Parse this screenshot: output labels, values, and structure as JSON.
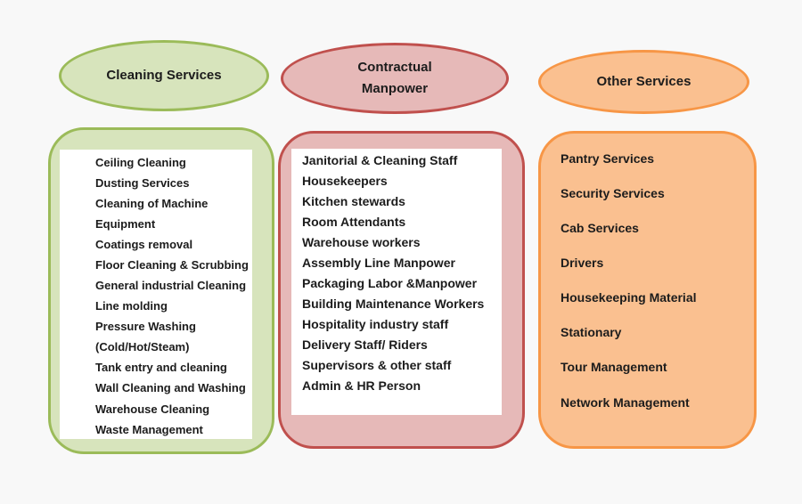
{
  "columns": [
    {
      "title": "Cleaning Services",
      "color_fill": "#d7e4bc",
      "color_border": "#9bbb59",
      "items": [
        "Ceiling Cleaning",
        "Dusting Services",
        "Cleaning of Machine",
        "Equipment",
        "Coatings removal",
        "Floor Cleaning & Scrubbing",
        "General industrial Cleaning",
        "Line molding",
        "Pressure Washing",
        "(Cold/Hot/Steam)",
        "Tank entry and cleaning",
        "Wall Cleaning and Washing",
        "Warehouse Cleaning",
        "Waste Management"
      ]
    },
    {
      "title": "Contractual\nManpower",
      "color_fill": "#e6b9b8",
      "color_border": "#c0504d",
      "items": [
        "Janitorial & Cleaning Staff",
        "Housekeepers",
        "Kitchen stewards",
        "Room Attendants",
        "Warehouse workers",
        "Assembly Line Manpower",
        "Packaging Labor &Manpower",
        "Building Maintenance Workers",
        "Hospitality industry staff",
        "Delivery Staff/ Riders",
        "Supervisors & other staff",
        "Admin & HR Person"
      ]
    },
    {
      "title": "Other Services",
      "color_fill": "#fac090",
      "color_border": "#f79646",
      "items": [
        "Pantry Services",
        "Security Services",
        "Cab Services",
        "Drivers",
        "Housekeeping Material",
        "Stationary",
        "Tour Management",
        "Network Management"
      ]
    }
  ]
}
